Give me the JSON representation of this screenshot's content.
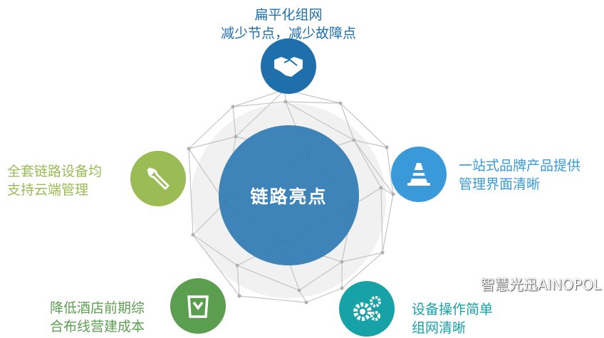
{
  "center": {
    "title": "链路亮点",
    "color": "#3d85b8"
  },
  "features": [
    {
      "id": "flat-network",
      "icon": "handshake-icon",
      "lines": [
        "扁平化组网",
        "减少节点，减少故障点"
      ],
      "color": "#1f6fad",
      "text_color": "#1f6fad"
    },
    {
      "id": "brand-unified",
      "icon": "traffic-cone-icon",
      "lines": [
        "一站式品牌产品提供",
        "管理界面清晰"
      ],
      "color": "#3a9ad9",
      "text_color": "#3a9ad9"
    },
    {
      "id": "easy-operation",
      "icon": "gears-icon",
      "lines": [
        "设备操作简单",
        "组网清晰"
      ],
      "color": "#17a2a8",
      "text_color": "#17a2a8"
    },
    {
      "id": "low-cost",
      "icon": "shopping-bag-icon",
      "lines": [
        "降低酒店前期综",
        "合布线营建成本"
      ],
      "color": "#5c9e4f",
      "text_color": "#5c9e4f"
    },
    {
      "id": "cloud-managed",
      "icon": "wrench-icon",
      "lines": [
        "全套链路设备均",
        "支持云端管理"
      ],
      "color": "#9bbb55",
      "text_color": "#9bbb55"
    }
  ],
  "watermark": "智慧光迅AINOPOL"
}
